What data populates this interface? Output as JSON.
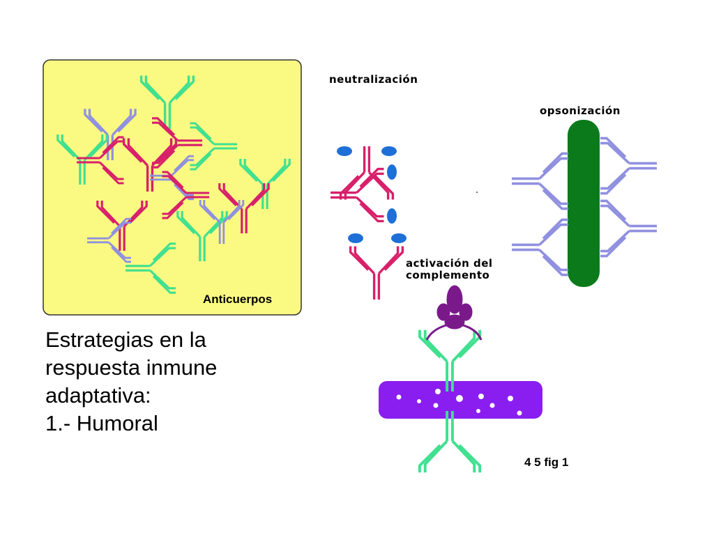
{
  "labels": {
    "neutralization": "neutralización",
    "opsonization": "opsonización",
    "complement_line1": "activación del",
    "complement_line2": "complemento",
    "antibodies": "Anticuerpos",
    "figure_ref": "4 5 fig 1"
  },
  "title": {
    "line1": "Estrategias  en la",
    "line2": "respuesta inmune",
    "line3": "adaptativa:",
    "line4": "1.-  Humoral"
  },
  "colors": {
    "panel_bg": "#fafa82",
    "antibody_blue": "#9090e0",
    "antibody_green": "#40e090",
    "antibody_red": "#d8206a",
    "antigen_blue": "#1e6fd8",
    "bacterium_green": "#0a7a1a",
    "cell_purple": "#8a1ef0",
    "complement_purple": "#7a1a8a"
  }
}
